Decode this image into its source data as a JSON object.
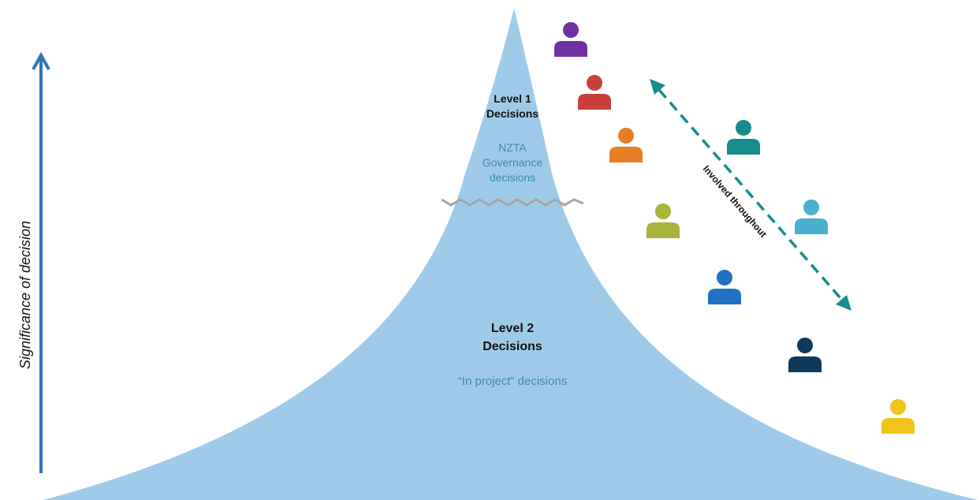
{
  "axis": {
    "label": "Significance of decision",
    "color": "#2e75b6"
  },
  "peak": {
    "fill": "#9fcbea",
    "divider_color": "#a6a6a6"
  },
  "level1": {
    "title_line1": "Level 1",
    "title_line2": "Decisions",
    "sub_line1": "NZTA",
    "sub_line2": "Governance",
    "sub_line3": "decisions"
  },
  "level2": {
    "title_line1": "Level 2",
    "title_line2": "Decisions",
    "subtitle": "“In project” decisions"
  },
  "involved_arrow": {
    "label": "Involved throughout",
    "color": "#168c8c"
  },
  "people": [
    {
      "icon": "person-icon",
      "color": "#7030a0"
    },
    {
      "icon": "person-icon",
      "color": "#c9403a"
    },
    {
      "icon": "person-icon",
      "color": "#e97d26"
    },
    {
      "icon": "person-icon",
      "color": "#a8b43a"
    },
    {
      "icon": "person-icon",
      "color": "#1f72c4"
    },
    {
      "icon": "person-icon",
      "color": "#0d3a5e"
    },
    {
      "icon": "person-icon",
      "color": "#f0c419"
    },
    {
      "icon": "person-icon",
      "color": "#168c8c"
    },
    {
      "icon": "person-icon",
      "color": "#4ab0cf"
    }
  ]
}
